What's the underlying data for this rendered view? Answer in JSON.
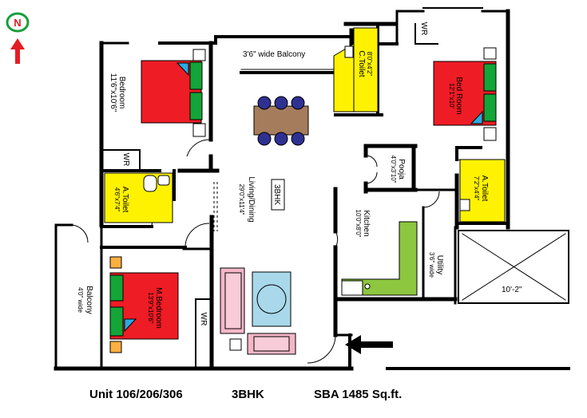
{
  "north_label": "N",
  "rooms": {
    "balcony_top": "3'6\" wide Balcony",
    "bedroom": {
      "name": "Bedroom",
      "size": "11'6\"x10'6\""
    },
    "c_toilet": {
      "name": "C.Toilet",
      "size": "8'0\"x4'2\""
    },
    "wr_top": "WR",
    "bed_room_right": {
      "name": "Bed Room",
      "size": "12'1\"x10'"
    },
    "pooja": {
      "name": "Pooja",
      "size": "4'0\"x3'10\""
    },
    "a_toilet_right": {
      "name": "A.Toilet",
      "size": "7'2\"x4'4\""
    },
    "wr_left": "WR",
    "a_toilet_left": {
      "name": "A.Toilet",
      "size": "4'6\"x7'4\""
    },
    "living": {
      "name": "Living/Dining",
      "size": "29'0\"x11'4\""
    },
    "type_mark": "3BHK",
    "kitchen": {
      "name": "Kitchen",
      "size": "10'0\"x8'0\""
    },
    "utility": {
      "name": "Utility",
      "size": "3'6\" wide"
    },
    "balcony_left": {
      "name": "Balcony",
      "size": "4'0\" wide"
    },
    "m_bedroom": {
      "name": "M.Bedroom",
      "size": "13'9\"x10'6\""
    },
    "wr_bottom": "WR",
    "terrace_dim": "10'-2\""
  },
  "footer": {
    "unit": "Unit 106/206/306",
    "type": "3BHK",
    "sba": "SBA 1485 Sq.ft."
  },
  "colors": {
    "bed": "#ee1c25",
    "pillow": "#13a538",
    "toilet": "#fff200",
    "kitchen_counter": "#8dc63f",
    "sofa": "#f4b6c8",
    "table": "#a8d8ea",
    "dining_table": "#a57c5c",
    "chair": "#2e3192",
    "north_circle": "#1a9d3c",
    "north_arrow": "#e31e24",
    "entry_arrow": "#000000"
  }
}
